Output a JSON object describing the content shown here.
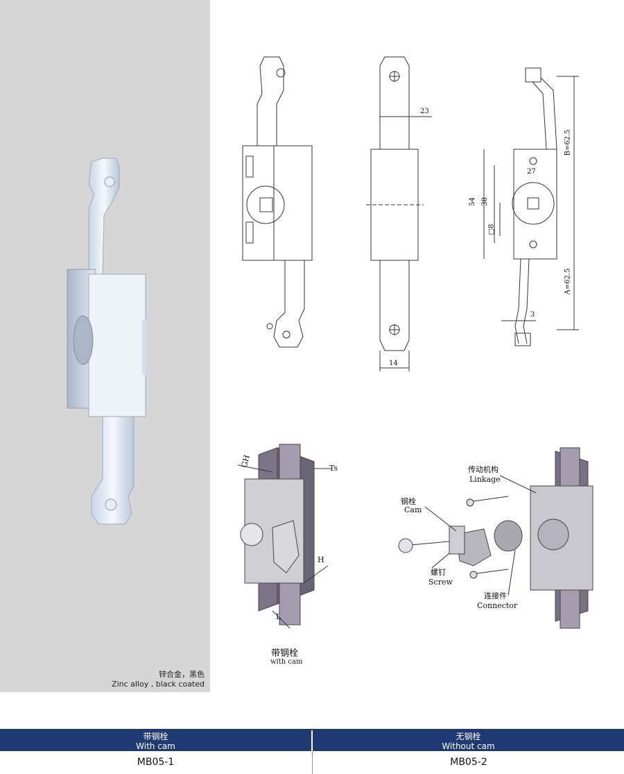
{
  "photo": {
    "caption_cn": "锌合金，黑色",
    "caption_en": "Zinc alloy , black coated"
  },
  "drawings": {
    "dims": {
      "d23": "23",
      "d14": "14",
      "d27": "27",
      "d54": "54",
      "d38": "38",
      "d8": "□8",
      "dB": "B=62.5",
      "dA": "A=62.5",
      "d3": "3"
    },
    "assembly_left": {
      "gh": "GH",
      "ts": "Ts",
      "h": "H",
      "l": "L",
      "caption_cn": "带钢栓",
      "caption_en": "with cam"
    },
    "assembly_right": {
      "linkage_cn": "传动机构",
      "linkage_en": "Linkage",
      "cam_cn": "钢栓",
      "cam_en": "Cam",
      "screw_cn": "螺钉",
      "screw_en": "Screw",
      "connector_cn": "连接件",
      "connector_en": "Connector"
    }
  },
  "table": {
    "col1": {
      "header_cn": "带钢栓",
      "header_en": "With cam",
      "model": "MB05-1"
    },
    "col2": {
      "header_cn": "无钢栓",
      "header_en": "Without cam",
      "model": "MB05-2"
    }
  }
}
